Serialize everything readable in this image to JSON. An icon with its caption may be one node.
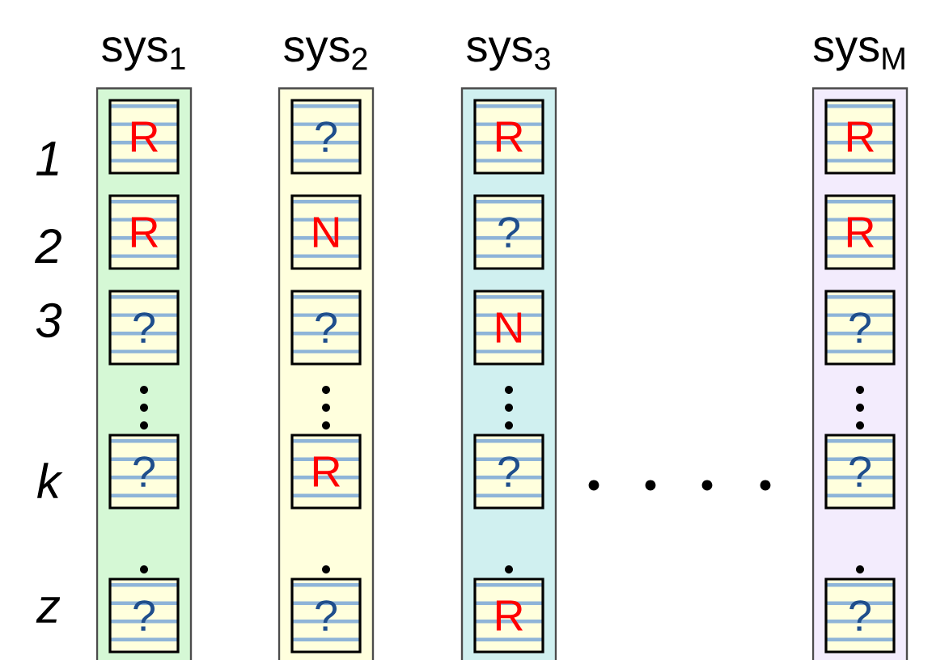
{
  "diagram": {
    "nodes": [
      {
        "text": [
          "sys$_{1}$"
        ]
      },
      {
        "text": [
          "R"
        ],
        "in": 0
      },
      {
        "text": [
          "R"
        ],
        "in": 0
      },
      {
        "text": [
          "?"
        ],
        "in": 0
      },
      {
        "text": [
          "?"
        ],
        "in": 0
      },
      {
        "text": [
          "?"
        ],
        "in": 0
      },
      {
        "text": [
          "sys$_{2}$"
        ]
      },
      {
        "text": [
          "?"
        ],
        "in": 6
      },
      {
        "text": [
          "N"
        ],
        "in": 6
      },
      {
        "text": [
          "?"
        ],
        "in": 6
      },
      {
        "text": [
          "R"
        ],
        "in": 6
      },
      {
        "text": [
          "?"
        ],
        "in": 6
      },
      {
        "text": [
          "sys$_{3}$"
        ]
      },
      {
        "text": [
          "R"
        ],
        "in": 12
      },
      {
        "text": [
          "?"
        ],
        "in": 12
      },
      {
        "text": [
          "N"
        ],
        "in": 12
      },
      {
        "text": [
          "?"
        ],
        "in": 12
      },
      {
        "text": [
          "R"
        ],
        "in": 12
      },
      {
        "text": [
          "sys$_{M}$"
        ]
      },
      {
        "text": [
          "R"
        ],
        "in": 18
      },
      {
        "text": [
          "R"
        ],
        "in": 18
      },
      {
        "text": [
          "?"
        ],
        "in": 18
      },
      {
        "text": [
          "?"
        ],
        "in": 18
      },
      {
        "text": [
          "?"
        ],
        "in": 18
      }
    ],
    "labels": [
      "1",
      "2",
      "3",
      "k",
      "z"
    ]
  }
}
